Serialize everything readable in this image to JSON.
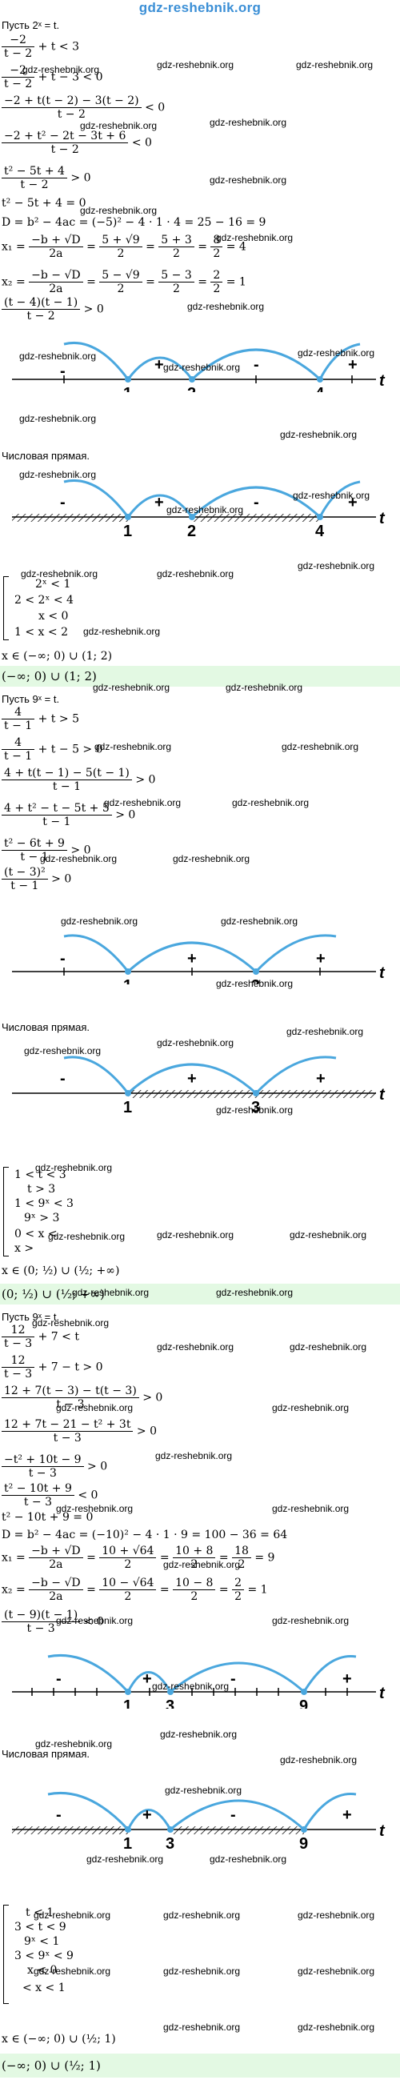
{
  "site": "gdz-reshebnik.org",
  "labels": {
    "intro1": "Пусть 2ˣ = t.",
    "intro2": "Пусть 9ˣ = t.",
    "intro3": "Пусть 9ˣ = t.",
    "numline": "Числовая прямая.",
    "var": "t"
  },
  "p1": {
    "l1n": "−2",
    "l1d": "t − 2",
    "l1r": "+ t < 3",
    "l2n": "−2",
    "l2d": "t − 2",
    "l2r": "+ t − 3 < 0",
    "l3n": "−2 + t(t − 2) − 3(t − 2)",
    "l3d": "t − 2",
    "l3r": "< 0",
    "l4n": "−2 + t² − 2t − 3t + 6",
    "l4d": "t − 2",
    "l4r": "< 0",
    "l5n": "t² − 5t + 4",
    "l5d": "t − 2",
    "l5r": "> 0",
    "l6": "t² − 5t + 4 = 0",
    "l7": "D = b² − 4ac = (−5)² − 4 · 1 · 4 = 25 − 16 = 9",
    "x1a": "x₁ =",
    "x1n1": "−b + √D",
    "x1d1": "2a",
    "x1e": "=",
    "x1n2": "5 + √9",
    "x1d2": "2",
    "x1n3": "5 + 3",
    "x1d3": "2",
    "x1n4": "8",
    "x1d4": "2",
    "x1r": "= 4",
    "x2a": "x₂ =",
    "x2n1": "−b − √D",
    "x2d1": "2a",
    "x2e": "=",
    "x2n2": "5 − √9",
    "x2d2": "2",
    "x2n3": "5 − 3",
    "x2d3": "2",
    "x2n4": "2",
    "x2d4": "2",
    "x2r": "= 1",
    "l8n": "(t − 4)(t − 1)",
    "l8d": "t − 2",
    "l8r": "> 0",
    "axis": {
      "points": [
        "1",
        "2",
        "4"
      ],
      "signs": [
        "-",
        "+",
        "-",
        "+"
      ]
    },
    "sys": [
      "2ˣ < 1",
      "2 < 2ˣ < 4",
      "x < 0",
      "1 < x < 2"
    ],
    "xres": "x ∈ (−∞; 0) ∪ (1; 2)",
    "ans": "(−∞; 0) ∪ (1; 2)"
  },
  "p2": {
    "l1n": "4",
    "l1d": "t − 1",
    "l1r": "+ t > 5",
    "l2n": "4",
    "l2d": "t − 1",
    "l2r": "+ t − 5 > 0",
    "l3n": "4 + t(t − 1) − 5(t − 1)",
    "l3d": "t − 1",
    "l3r": "> 0",
    "l4n": "4 + t² − t − 5t + 5",
    "l4d": "t − 1",
    "l4r": "> 0",
    "l5n": "t² − 6t + 9",
    "l5d": "t − 1",
    "l5r": "> 0",
    "l6n": "(t − 3)²",
    "l6d": "t − 1",
    "l6r": "> 0",
    "axis": {
      "points": [
        "1",
        "3"
      ],
      "signs": [
        "-",
        "+",
        "+"
      ]
    },
    "sys": [
      "1 < t < 3",
      "t > 3",
      "1 < 9ˣ < 3",
      "9ˣ > 3",
      "0 < x <",
      "x >"
    ],
    "xres": "x ∈ (0; ½) ∪ (½; +∞)",
    "ans": "(0; ½) ∪ (½; +∞)"
  },
  "p3": {
    "l1n": "12",
    "l1d": "t − 3",
    "l1r": "+ 7 < t",
    "l2n": "12",
    "l2d": "t − 3",
    "l2r": "+ 7 − t > 0",
    "l3n": "12 + 7(t − 3) − t(t − 3)",
    "l3d": "t − 3",
    "l3r": "> 0",
    "l4n": "12 + 7t − 21 − t² + 3t",
    "l4d": "t − 3",
    "l4r": "> 0",
    "l5n": "−t² + 10t − 9",
    "l5d": "t − 3",
    "l5r": "> 0",
    "l6n": "t² − 10t + 9",
    "l6d": "t − 3",
    "l6r": "< 0",
    "l7": "t² − 10t + 9 = 0",
    "l8": "D = b² − 4ac = (−10)² − 4 · 1 · 9 = 100 − 36 = 64",
    "x1a": "x₁ =",
    "x1n1": "−b + √D",
    "x1d1": "2a",
    "x1e": "=",
    "x1n2": "10 + √64",
    "x1d2": "2",
    "x1n3": "10 + 8",
    "x1d3": "2",
    "x1n4": "18",
    "x1d4": "2",
    "x1r": "= 9",
    "x2a": "x₂ =",
    "x2n1": "−b − √D",
    "x2d1": "2a",
    "x2e": "=",
    "x2n2": "10 − √64",
    "x2d2": "2",
    "x2n3": "10 − 8",
    "x2d3": "2",
    "x2n4": "2",
    "x2d4": "2",
    "x2r": "= 1",
    "l9n": "(t − 9)(t − 1)",
    "l9d": "t − 3",
    "l9r": "< 0",
    "axis": {
      "points": [
        "1",
        "3",
        "9"
      ],
      "signs": [
        "-",
        "+",
        "-",
        "+"
      ]
    },
    "sys": [
      "t < 1",
      "3 < t < 9",
      "9ˣ < 1",
      "3 < 9ˣ < 9",
      "x < 0",
      "< x < 1"
    ],
    "xres": "x ∈ (−∞; 0) ∪ (½; 1)",
    "ans": "(−∞; 0) ∪ (½; 1)"
  }
}
